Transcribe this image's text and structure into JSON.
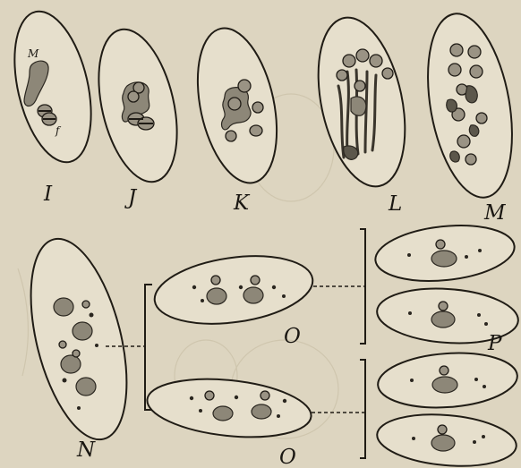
{
  "figure": {
    "panel_labels": {
      "I": "I",
      "J": "J",
      "K": "K",
      "L": "L",
      "M": "M",
      "N": "N",
      "O_upper": "O",
      "O_lower": "O",
      "P": "P"
    },
    "inner_labels": {
      "macronucleus": "M",
      "micronucleus": "f"
    }
  }
}
